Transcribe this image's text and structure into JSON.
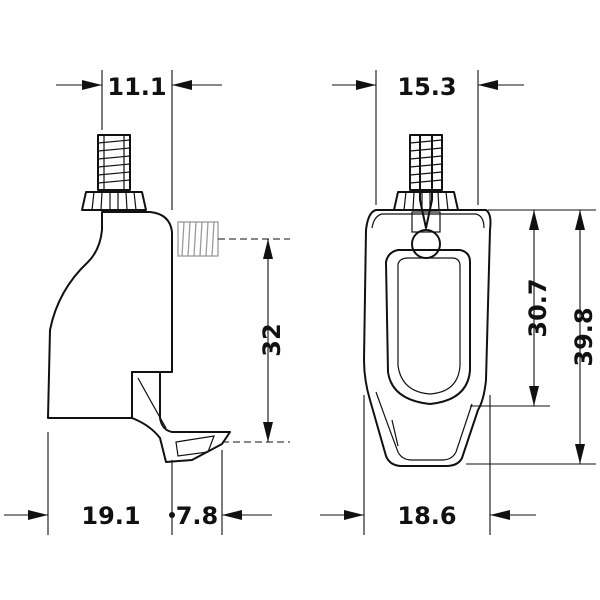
{
  "dimensions": {
    "top_left": "11.1",
    "top_right": "15.3",
    "height_left": "32",
    "height_inner": "30.7",
    "height_outer": "39.8",
    "bottom_left_a": "19.1",
    "bottom_left_b": "7.8",
    "bottom_right": "18.6"
  }
}
